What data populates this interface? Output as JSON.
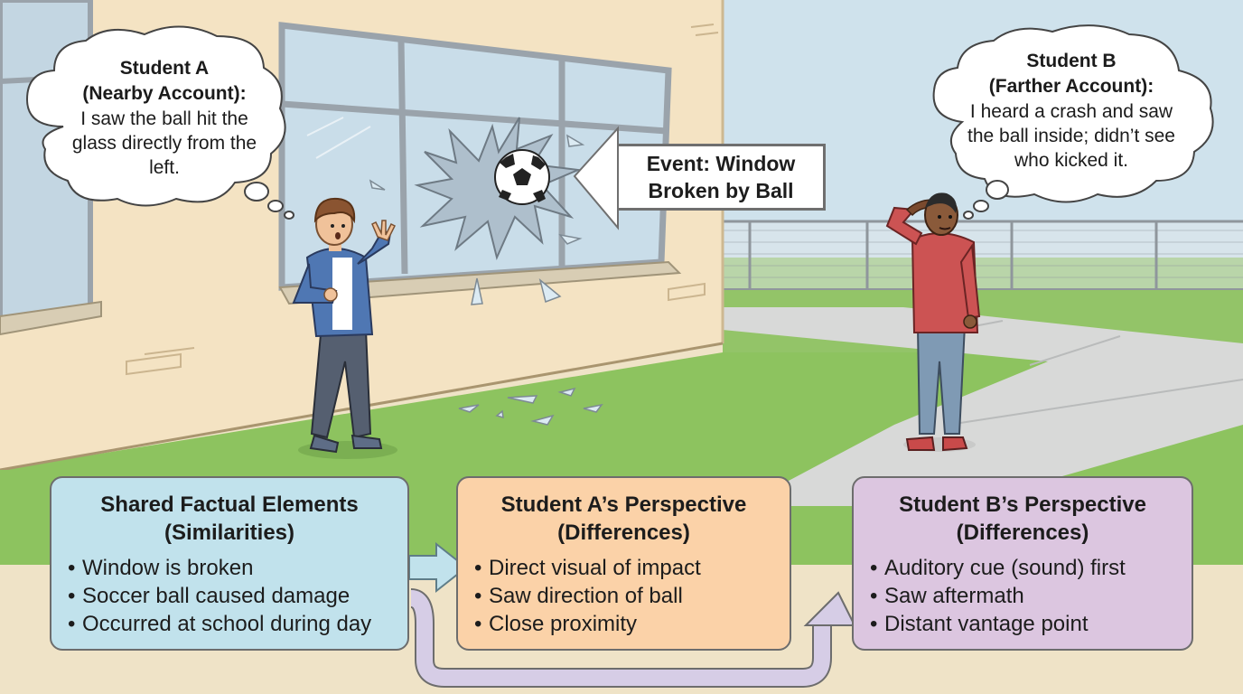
{
  "scene": {
    "colors": {
      "sky": "#cfe2ec",
      "wall": "#f4e3c3",
      "grass": "#8dc35f",
      "sidewalk": "#d9d9d9",
      "window_frame": "#9aa3ab",
      "glass": "#cfe2ee"
    },
    "icons": [
      "broken-window-icon",
      "soccer-ball-icon",
      "student-a-figure",
      "student-b-figure",
      "chain-link-fence",
      "glass-shards"
    ]
  },
  "bubbles": {
    "student_a": {
      "heading_line1": "Student A",
      "heading_line2": "(Nearby Account):",
      "text_line1": "I saw the ball hit the",
      "text_line2": "glass directly from the",
      "text_line3": "left."
    },
    "student_b": {
      "heading_line1": "Student B",
      "heading_line2": "(Farther Account):",
      "text_line1": "I heard a crash and saw",
      "text_line2": "the ball inside; didn’t see",
      "text_line3": "who kicked it."
    }
  },
  "event": {
    "line1": "Event: Window",
    "line2": "Broken by Ball"
  },
  "panels": {
    "shared": {
      "title_line1": "Shared Factual Elements",
      "title_line2": "(Similarities)",
      "items": [
        "Window is broken",
        "Soccer ball caused damage",
        "Occurred at school during day"
      ],
      "color": "#c1e2ec"
    },
    "student_a": {
      "title_line1": "Student A’s Perspective",
      "title_line2": "(Differences)",
      "items": [
        "Direct visual of impact",
        "Saw direction of ball",
        "Close proximity"
      ],
      "color": "#fbd2a8"
    },
    "student_b": {
      "title_line1": "Student B’s Perspective",
      "title_line2": "(Differences)",
      "items": [
        "Auditory cue (sound) first",
        "Saw aftermath",
        "Distant vantage point"
      ],
      "color": "#dcc6e0"
    }
  },
  "bullet": "•"
}
